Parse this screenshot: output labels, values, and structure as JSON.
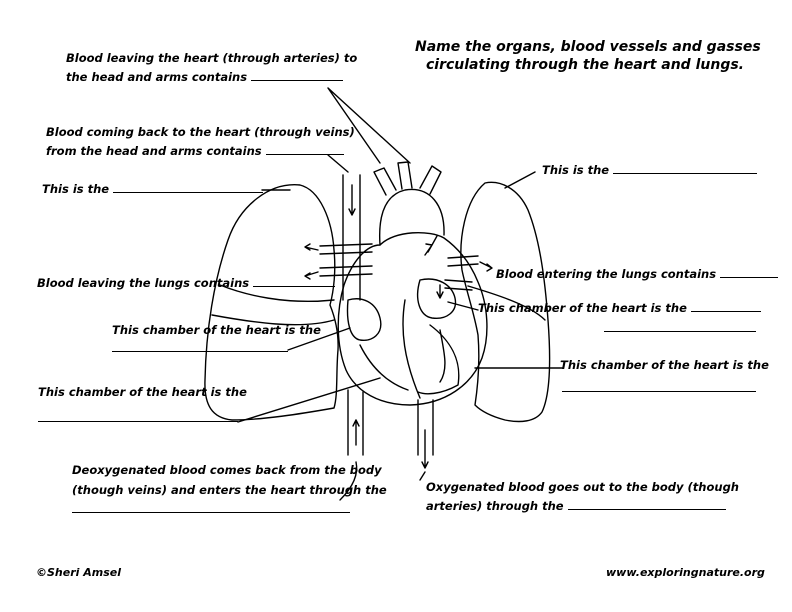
{
  "title": {
    "line1": "Name the organs, blood vessels and gasses",
    "line2": "circulating through the heart and lungs."
  },
  "labels": {
    "arteries_head_line1": "Blood leaving the heart (through arteries) to",
    "arteries_head_line2": "the head and arms contains",
    "veins_head_line1": "Blood coming back to the heart (through veins)",
    "veins_head_line2": "from the head and arms contains",
    "this_is_left": "This is the",
    "this_is_right": "This is the",
    "leaving_lungs": "Blood leaving the lungs contains",
    "entering_lungs": "Blood entering the lungs contains",
    "chamber_upper_left": "This chamber of the heart is the",
    "chamber_upper_right": "This chamber of the heart is the",
    "chamber_lower_left": "This chamber of the heart is the",
    "chamber_lower_right": "This chamber of the heart is the",
    "deoxy_line1": "Deoxygenated blood comes back from the body",
    "deoxy_line2": "(though veins) and enters the heart through the",
    "oxy_line1": "Oxygenated blood goes out to the body (though",
    "oxy_line2": "arteries) through the"
  },
  "footer": {
    "copyright": "©Sheri Amsel",
    "website": "www.exploringnature.org"
  }
}
